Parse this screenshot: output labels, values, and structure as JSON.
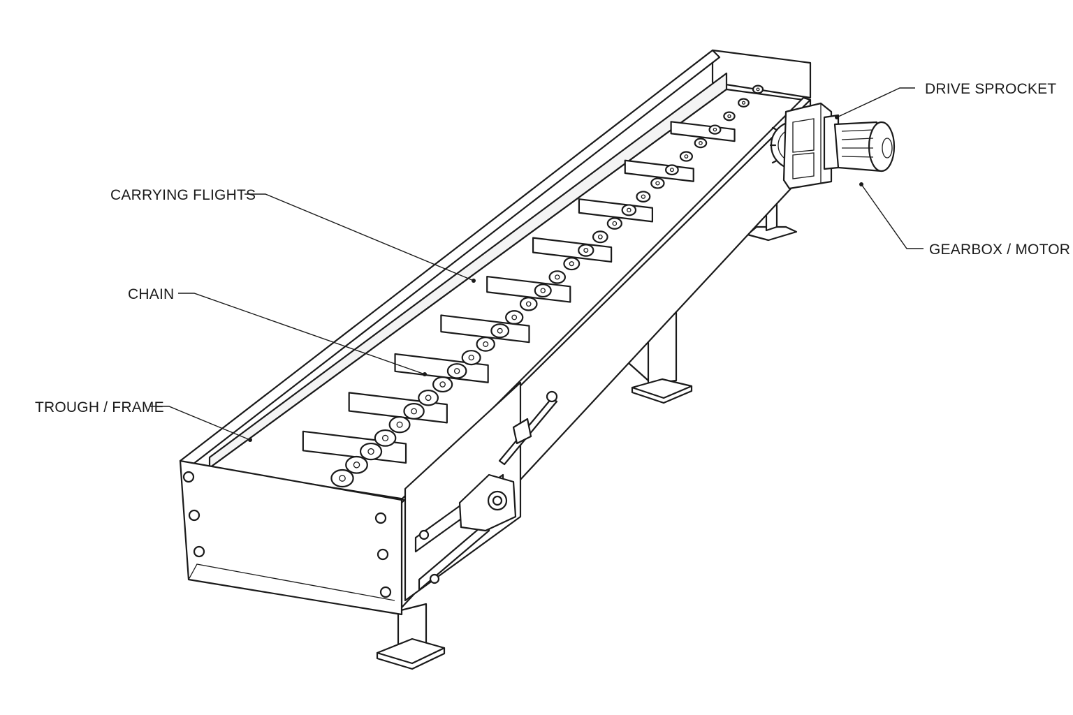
{
  "labels": {
    "drive_sprocket": "DRIVE SPROCKET",
    "carrying_flights": "CARRYING FLIGHTS",
    "gearbox_motor": "GEARBOX / MOTOR",
    "chain": "CHAIN",
    "trough_frame": "TROUGH / FRAME"
  },
  "colors": {
    "ink": "#1a1a1a",
    "background": "#ffffff"
  }
}
